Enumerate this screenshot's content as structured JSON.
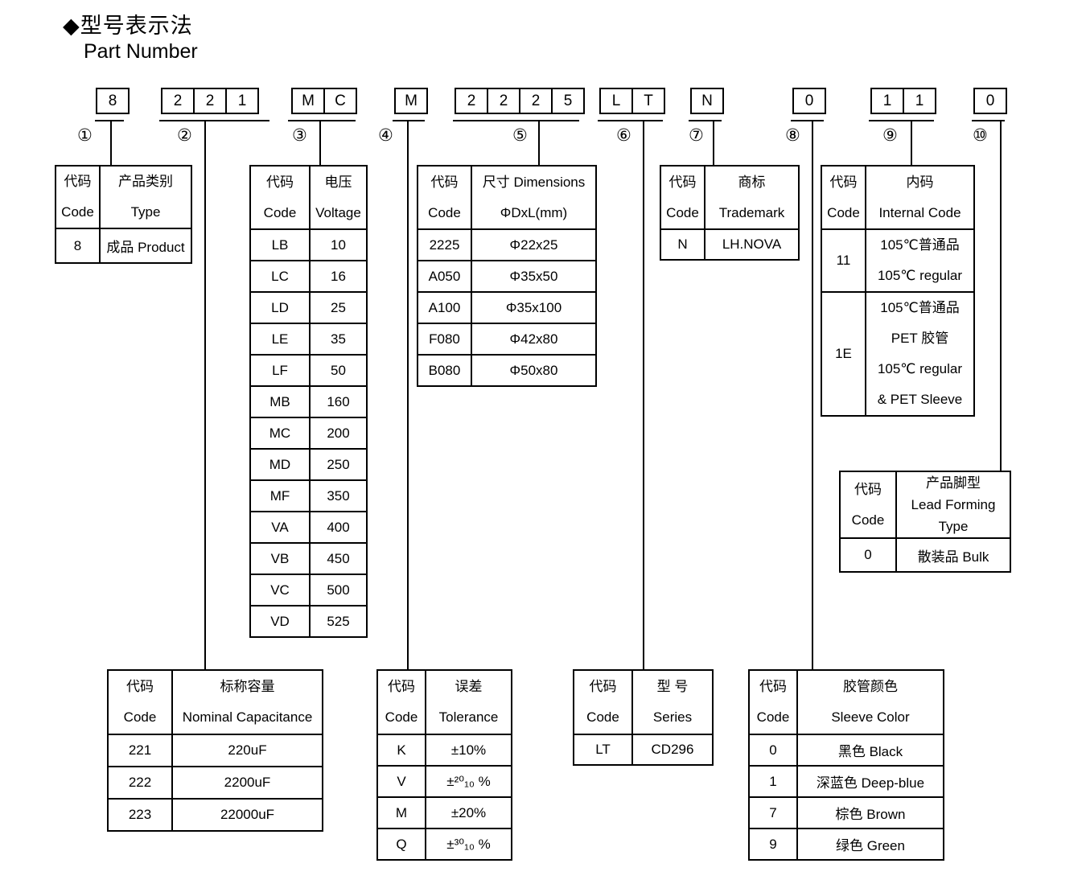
{
  "title": {
    "zh": "◆型号表示法",
    "en": "Part Number"
  },
  "part_number": {
    "g1": {
      "boxes": [
        "8"
      ],
      "circle": "①"
    },
    "g2": {
      "boxes": [
        "2",
        "2",
        "1"
      ],
      "circle": "②"
    },
    "g3": {
      "boxes": [
        "M",
        "C"
      ],
      "circle": "③"
    },
    "g4": {
      "boxes": [
        "M"
      ],
      "circle": "④"
    },
    "g5": {
      "boxes": [
        "2",
        "2",
        "2",
        "5"
      ],
      "circle": "⑤"
    },
    "g6": {
      "boxes": [
        "L",
        "T"
      ],
      "circle": "⑥"
    },
    "g7": {
      "boxes": [
        "N"
      ],
      "circle": "⑦"
    },
    "g8": {
      "boxes": [
        "0"
      ],
      "circle": "⑧"
    },
    "g9": {
      "boxes": [
        "1",
        "1"
      ],
      "circle": "⑨"
    },
    "g10": {
      "boxes": [
        "0"
      ],
      "circle": "⑩"
    }
  },
  "product_table": {
    "header": {
      "c1l1": "代码",
      "c1l2": "Code",
      "c2l1": "产品类别",
      "c2l2": "Type"
    },
    "rows": [
      [
        "8",
        "成品 Product"
      ]
    ]
  },
  "voltage_table": {
    "header": {
      "c1l1": "代码",
      "c1l2": "Code",
      "c2l1": "电压",
      "c2l2": "Voltage"
    },
    "rows": [
      [
        "LB",
        "10"
      ],
      [
        "LC",
        "16"
      ],
      [
        "LD",
        "25"
      ],
      [
        "LE",
        "35"
      ],
      [
        "LF",
        "50"
      ],
      [
        "MB",
        "160"
      ],
      [
        "MC",
        "200"
      ],
      [
        "MD",
        "250"
      ],
      [
        "MF",
        "350"
      ],
      [
        "VA",
        "400"
      ],
      [
        "VB",
        "450"
      ],
      [
        "VC",
        "500"
      ],
      [
        "VD",
        "525"
      ]
    ]
  },
  "dimensions_table": {
    "header": {
      "c1l1": "代码",
      "c1l2": "Code",
      "c2l1": "尺寸 Dimensions",
      "c2l2": "ΦDxL(mm)"
    },
    "rows": [
      [
        "2225",
        "Φ22x25"
      ],
      [
        "A050",
        "Φ35x50"
      ],
      [
        "A100",
        "Φ35x100"
      ],
      [
        "F080",
        "Φ42x80"
      ],
      [
        "B080",
        "Φ50x80"
      ]
    ]
  },
  "trademark_table": {
    "header": {
      "c1l1": "代码",
      "c1l2": "Code",
      "c2l1": "商标",
      "c2l2": "Trademark"
    },
    "rows": [
      [
        "N",
        "LH.NOVA"
      ]
    ]
  },
  "internal_code_table": {
    "header": {
      "c1l1": "代码",
      "c1l2": "Code",
      "c2l1": "内码",
      "c2l2": "Internal Code"
    },
    "row1": {
      "code": "11",
      "lines": [
        "105℃普通品",
        "105℃  regular"
      ]
    },
    "row2": {
      "code": "1E",
      "lines": [
        "105℃普通品",
        "PET 胶管",
        "105℃  regular",
        "& PET Sleeve"
      ]
    }
  },
  "lead_forming_table": {
    "header": {
      "c1l1": "代码",
      "c1l2": "Code",
      "c2l1": "产品脚型",
      "c2l2": "Lead Forming",
      "c2l3": "Type"
    },
    "rows": [
      [
        "0",
        "散装品 Bulk"
      ]
    ]
  },
  "capacitance_table": {
    "header": {
      "c1l1": "代码",
      "c1l2": "Code",
      "c2l1": "标称容量",
      "c2l2": "Nominal Capacitance"
    },
    "rows": [
      [
        "221",
        "220uF"
      ],
      [
        "222",
        "2200uF"
      ],
      [
        "223",
        "22000uF"
      ]
    ]
  },
  "tolerance_table": {
    "header": {
      "c1l1": "代码",
      "c1l2": "Code",
      "c2l1": "误差",
      "c2l2": "Tolerance"
    },
    "rows": [
      [
        "K",
        "±10%"
      ],
      [
        "V",
        "±²⁰₁₀ %"
      ],
      [
        "M",
        "±20%"
      ],
      [
        "Q",
        "±³⁰₁₀ %"
      ]
    ]
  },
  "series_table": {
    "header": {
      "c1l1": "代码",
      "c1l2": "Code",
      "c2l1": "型  号",
      "c2l2": "Series"
    },
    "rows": [
      [
        "LT",
        "CD296"
      ]
    ]
  },
  "sleeve_color_table": {
    "header": {
      "c1l1": "代码",
      "c1l2": "Code",
      "c2l1": "胶管颜色",
      "c2l2": "Sleeve Color"
    },
    "rows": [
      [
        "0",
        "黑色 Black"
      ],
      [
        "1",
        "深蓝色 Deep-blue"
      ],
      [
        "7",
        "棕色 Brown"
      ],
      [
        "9",
        "绿色 Green"
      ]
    ]
  }
}
